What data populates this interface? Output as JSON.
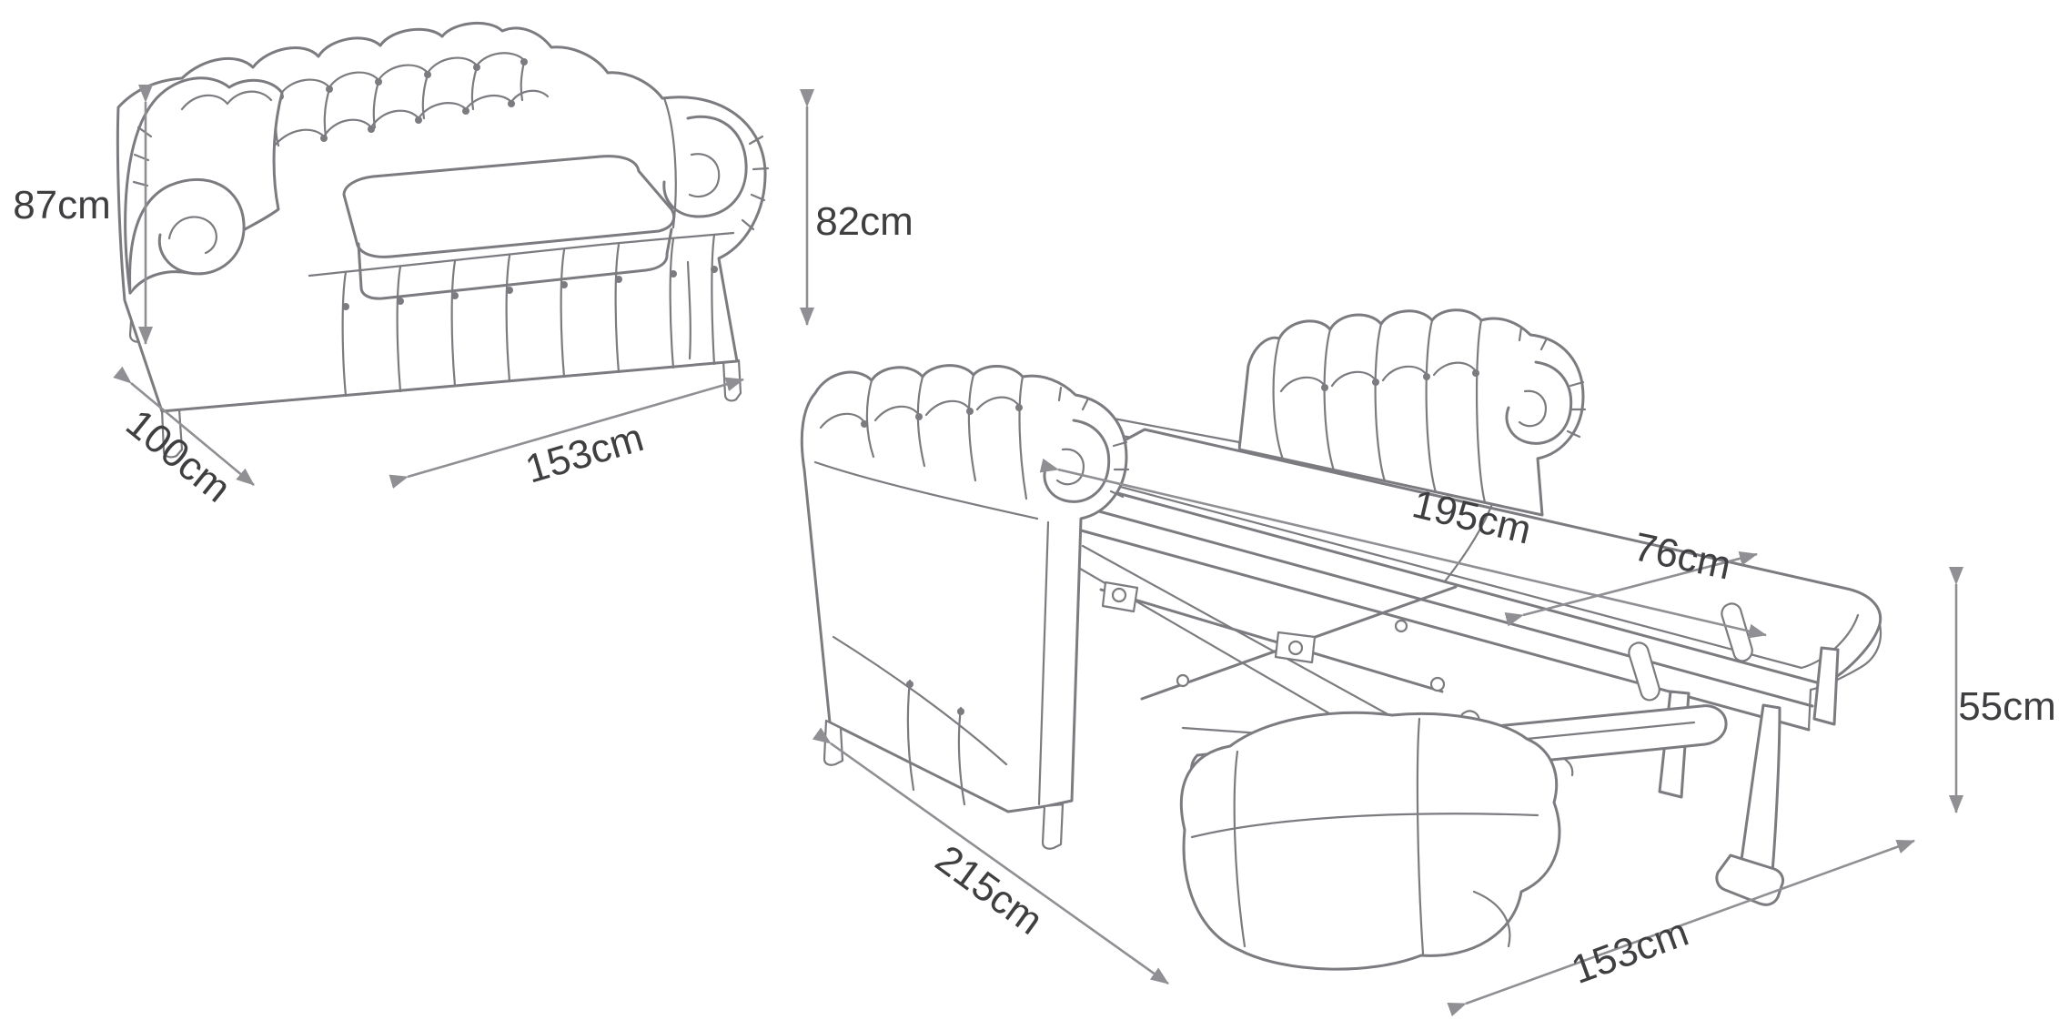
{
  "colors": {
    "background": "#ffffff",
    "artwork_line": "#7b7b80",
    "dimension_line": "#8f8f94",
    "label_text": "#3f3f42"
  },
  "closed_sofa": {
    "dimensions": {
      "height": {
        "label": "87cm"
      },
      "depth": {
        "label": "100cm"
      },
      "width": {
        "label": "153cm"
      },
      "back_height": {
        "label": "82cm"
      }
    }
  },
  "open_sofa_bed": {
    "dimensions": {
      "mattress_length": {
        "label": "195cm"
      },
      "mattress_width": {
        "label": "76cm"
      },
      "bed_height": {
        "label": "55cm"
      },
      "open_depth": {
        "label": "215cm"
      },
      "frame_width": {
        "label": "153cm"
      }
    }
  }
}
